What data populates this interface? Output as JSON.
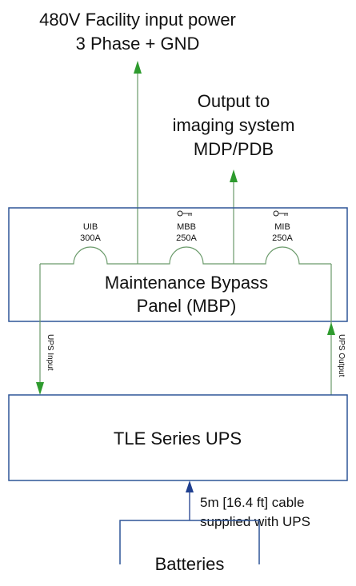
{
  "input_power": {
    "line1": "480V Facility input power",
    "line2": "3 Phase + GND"
  },
  "output_label": {
    "line1": "Output to",
    "line2": "imaging system",
    "line3": "MDP/PDB"
  },
  "mbp": {
    "title_line1": "Maintenance Bypass",
    "title_line2": "Panel (MBP)",
    "breakers": [
      {
        "name": "UIB",
        "rating": "300A",
        "key_icon": false
      },
      {
        "name": "MBB",
        "rating": "250A",
        "key_icon": true
      },
      {
        "name": "MIB",
        "rating": "250A",
        "key_icon": true
      }
    ]
  },
  "connections": {
    "ups_input": "UPS Input",
    "ups_output": "UPS Output"
  },
  "ups": {
    "label": "TLE Series UPS"
  },
  "cable_note": {
    "line1": "5m [16.4 ft] cable",
    "line2": "supplied with UPS"
  },
  "batteries": {
    "label": "Batteries"
  },
  "colors": {
    "box_border": "#2e5597",
    "green_arrow": "#2e9b2e",
    "blue_arrow": "#1f3f8f",
    "wire": "#6a9a6a"
  }
}
